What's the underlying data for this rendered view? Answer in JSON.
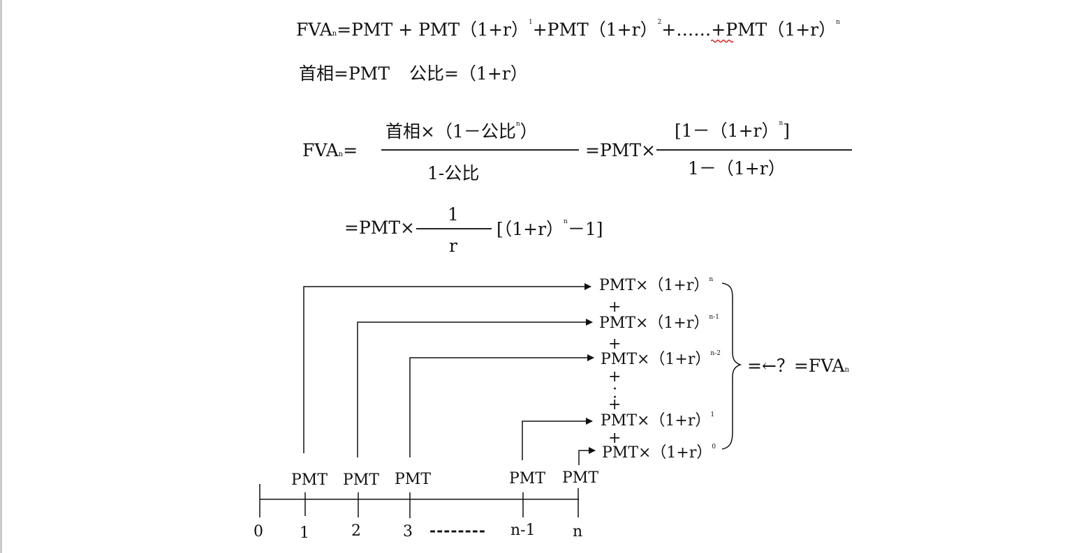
{
  "document": {
    "line1": {
      "lhs": "FVA",
      "lhs_sub": "n",
      "terms": [
        "=PMT + PMT（1+r）",
        "1",
        "+PMT（1+r）",
        "2",
        "+",
        "……",
        "+PMT（1+r）",
        "n"
      ]
    },
    "line2": {
      "first_term": "首相=PMT",
      "ratio": "公比=（1+r）"
    },
    "line3": {
      "lhs": "FVA",
      "lhs_sub": "n",
      "eq": "=",
      "frac1_num": "首相×（1－公比",
      "frac1_num_sup": "n",
      "frac1_num_close": "）",
      "frac1_den": "1-公比",
      "mid": "=PMT×",
      "frac2_num": "[1－（1+r）",
      "frac2_num_sup": "n",
      "frac2_num_close": "]",
      "frac2_den": "1－（1+r）"
    },
    "line4": {
      "prefix": "=PMT×",
      "frac_num": "1",
      "frac_den": "r",
      "suffix": "[（1+r）",
      "suffix_sup": "n",
      "suffix_close": "－1]"
    }
  },
  "diagram": {
    "terms": [
      {
        "base": "PMT×（1+r）",
        "exp": "n"
      },
      {
        "base": "PMT×（1+r）",
        "exp": "n-1"
      },
      {
        "base": "PMT×（1+r）",
        "exp": "n-2"
      },
      {
        "base": "PMT×（1+r）",
        "exp": "1"
      },
      {
        "base": "PMT×（1+r）",
        "exp": "0"
      }
    ],
    "plus": "+",
    "ellipsis_dot": "·",
    "result": "=←？=FVA",
    "result_sub": "n",
    "payments": [
      "PMT",
      "PMT",
      "PMT",
      "PMT",
      "PMT"
    ],
    "timeline_labels": [
      "0",
      "1",
      "2",
      "3",
      "n-1",
      "n"
    ],
    "timeline_gap": "--------"
  }
}
